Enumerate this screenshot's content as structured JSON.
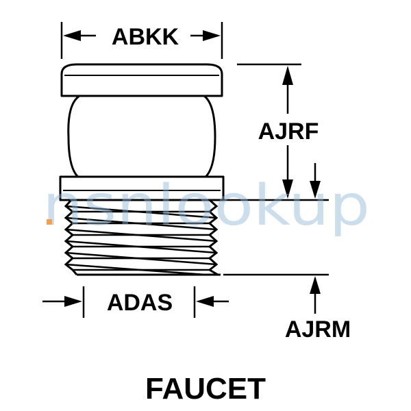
{
  "diagram": {
    "title": "FAUCET",
    "dimensions": {
      "top_width": "ABKK",
      "head_height": "AJRF",
      "thread_diameter": "ADAS",
      "thread_length": "AJRM"
    }
  },
  "watermark": {
    "text": "nsnlookup",
    "color": "#8fb4d6",
    "dot_color": "#f0a050"
  }
}
